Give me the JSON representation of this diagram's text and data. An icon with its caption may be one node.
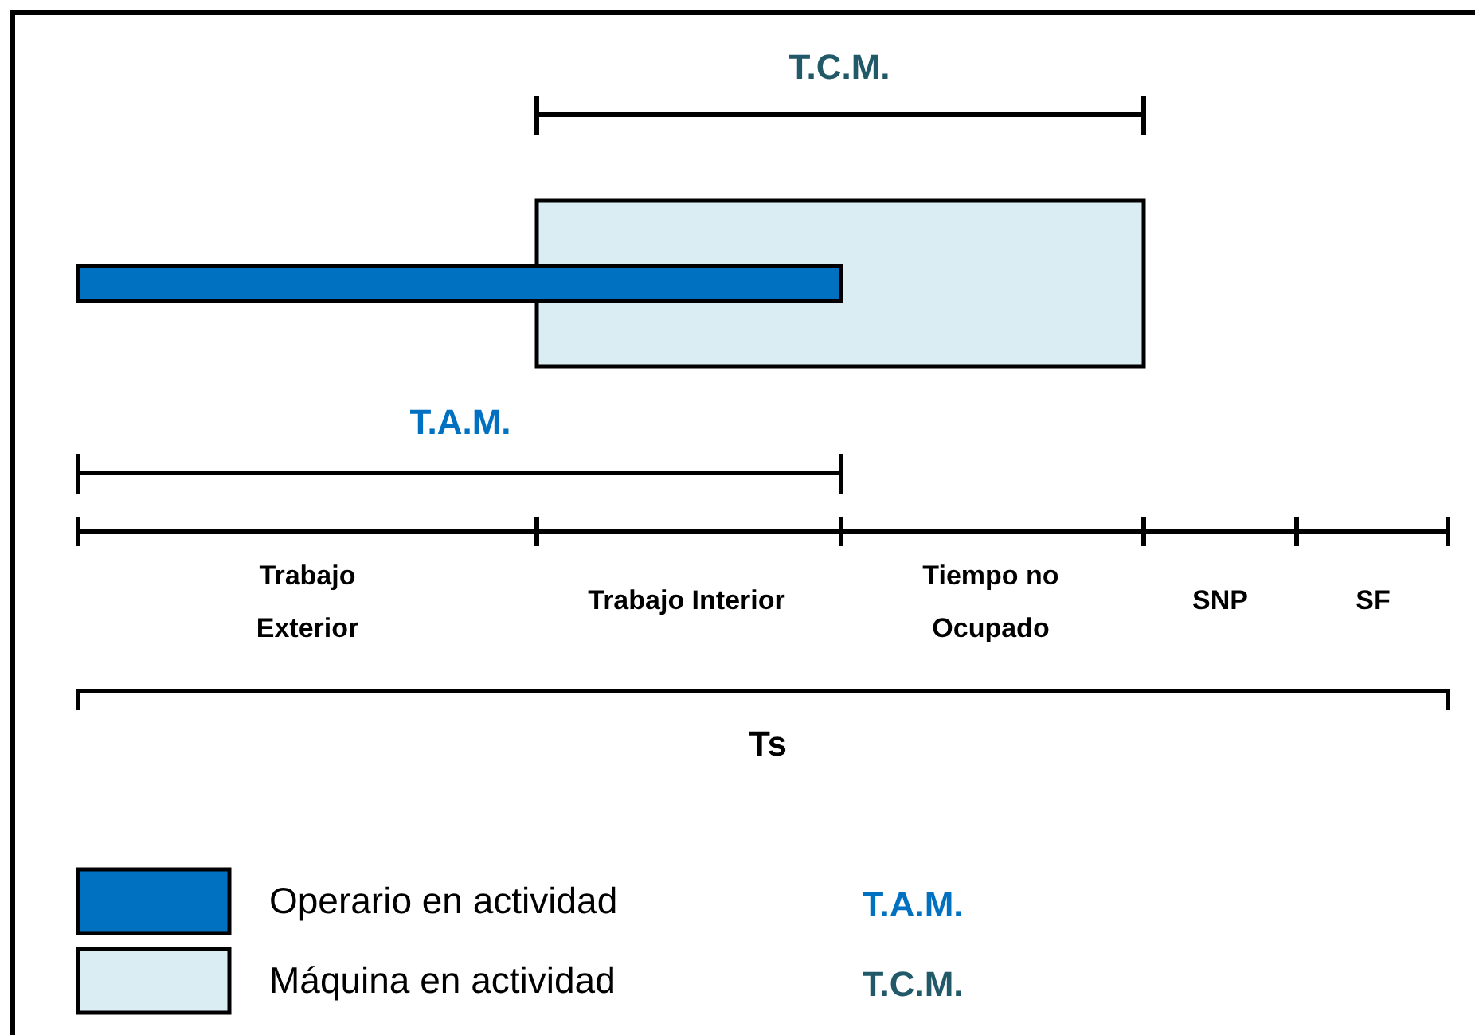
{
  "diagram": {
    "nodes": [
      {
        "text": [],
        "shape": "box"
      },
      {
        "text": [],
        "shape": "bar"
      }
    ],
    "labels": [
      "T.C.M.",
      "T.A.M.",
      "Trabajo Exterior",
      "Trabajo Interior",
      "Tiempo no Ocupado",
      "SNP",
      "SF",
      "Ts",
      "T.A.M.",
      "T.C.M."
    ],
    "legend": [
      {
        "text": "Operario en actividad",
        "color": "#0070c0"
      },
      {
        "text": "Máquina en actividad",
        "color": "#daedf3"
      }
    ]
  }
}
